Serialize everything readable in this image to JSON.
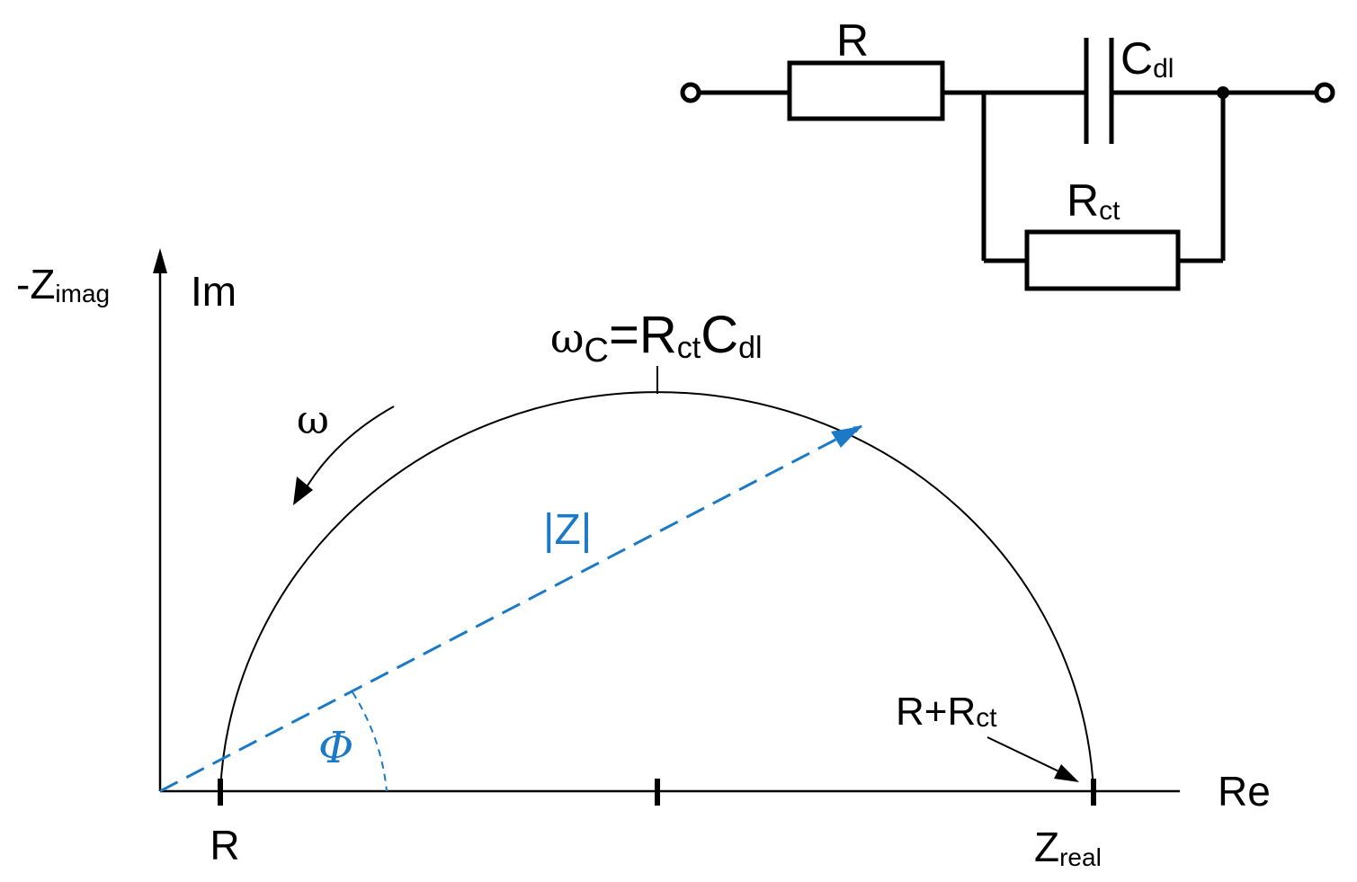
{
  "circuit": {
    "resistor_label": "R",
    "capacitor_label": "C",
    "capacitor_sub": "dl",
    "charge_resistor_label": "R",
    "charge_resistor_sub": "ct"
  },
  "plot": {
    "y_axis_label": "-Z",
    "y_axis_sub": "imag",
    "y_axis_name": "Im",
    "x_axis_name": "Re",
    "x_axis_end_label": "Z",
    "x_axis_end_sub": "real",
    "tick_r_label": "R",
    "tick_end_label_main": "R+R",
    "tick_end_label_sub": "ct",
    "omega_label": "ω",
    "magnitude_label": "|Z|",
    "phase_label": "Φ",
    "peak_omega": "ω",
    "peak_omega_sub": "C",
    "peak_eq": "=R",
    "peak_eq_sub1": "ct",
    "peak_eq_c": "C",
    "peak_eq_sub2": "dl"
  },
  "colors": {
    "ink": "#000000",
    "accent_blue": "#1a7ac8"
  }
}
